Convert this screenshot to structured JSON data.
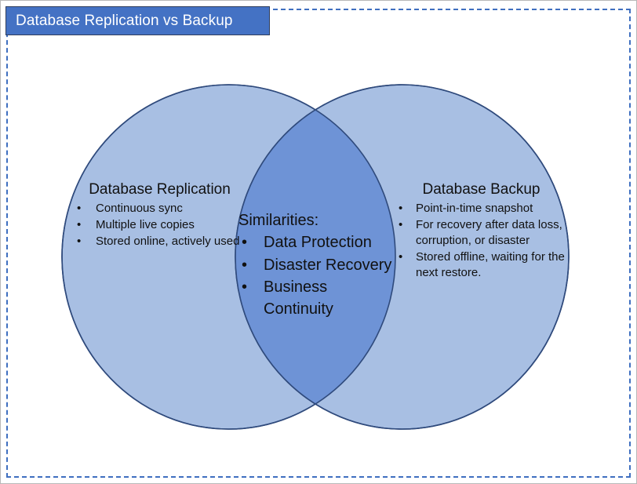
{
  "slide": {
    "title": "Database Replication vs Backup",
    "background_color": "#ffffff",
    "frame_border_color": "#3f6fc0",
    "title_banner_color": "#4472c4",
    "title_text_color": "#ffffff"
  },
  "diagram": {
    "type": "venn",
    "lobe_fill_color": "#a8bfe3",
    "overlap_fill_color": "#6e93d6",
    "outline_color": "#2f4a7c",
    "left": {
      "heading": "Database Replication",
      "bullet_glyph": "•",
      "bullets": [
        "Continuous sync",
        "Multiple live copies",
        "Stored online, actively used"
      ]
    },
    "center": {
      "heading": "Similarities:",
      "bullet_glyph": "•",
      "bullets": [
        "Data Protection",
        "Disaster Recovery",
        "Business Continuity"
      ]
    },
    "right": {
      "heading": "Database Backup",
      "bullet_glyph": "•",
      "bullets": [
        "Point-in-time snapshot",
        "For recovery after data loss, corruption, or disaster",
        "Stored offline, waiting for the next restore."
      ]
    }
  }
}
